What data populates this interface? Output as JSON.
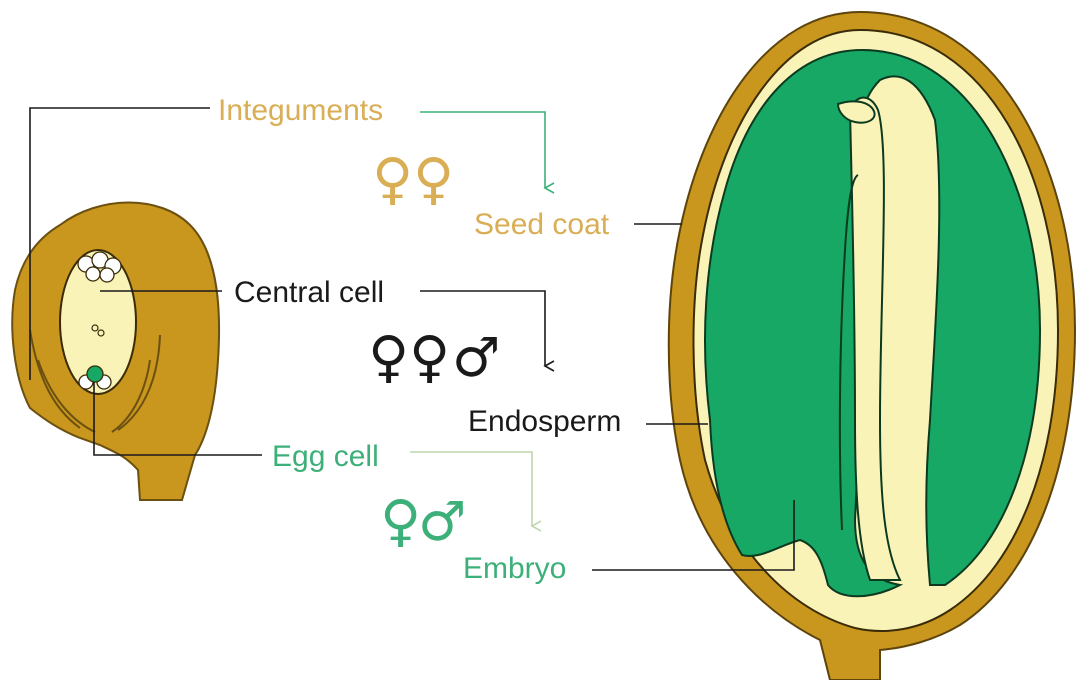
{
  "labels": {
    "integuments": "Integuments",
    "seed_coat": "Seed coat",
    "central_cell": "Central cell",
    "endosperm": "Endosperm",
    "egg_cell": "Egg cell",
    "embryo": "Embryo"
  },
  "symbols": {
    "integuments": "♀♀",
    "central_cell_female": "♀♀",
    "central_cell_male": "♂",
    "egg_cell_female": "♀",
    "egg_cell_male": "♂"
  },
  "colors": {
    "integument": "#C9961E",
    "integument_text": "#D9AE55",
    "green": "#16A864",
    "green_text": "#3DB07A",
    "cream": "#F9F3B8",
    "dark": "#1a1a1a",
    "arrow_green": "#3DB07A",
    "arrow_light": "#CFE0BE"
  }
}
